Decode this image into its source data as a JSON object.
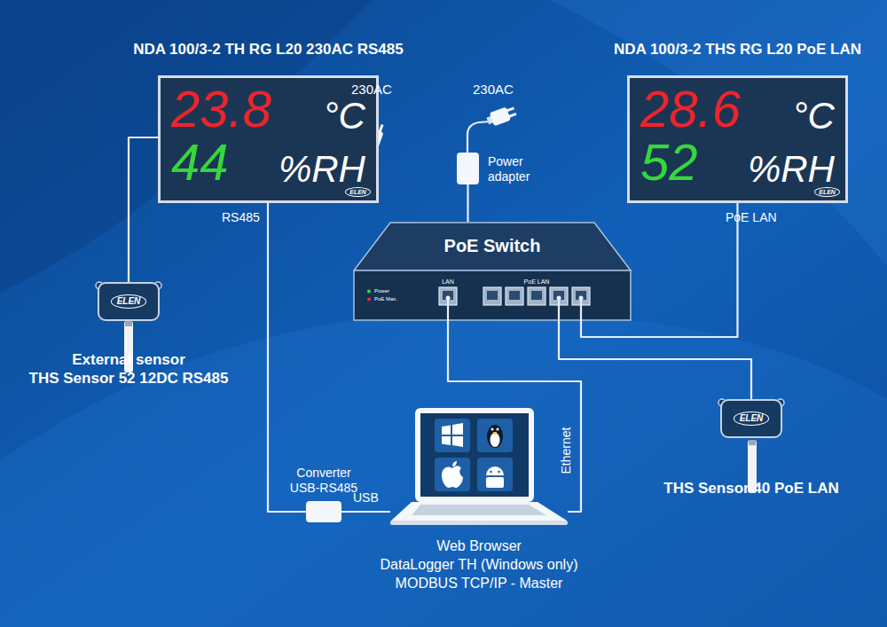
{
  "diagram": {
    "nodes": [
      {
        "text": [
          "NDA 100/3-2 TH RG L20 230AC RS485",
          "23.8",
          "°C",
          "44",
          "%RH",
          "ELEN"
        ]
      },
      {
        "text": [
          "NDA 100/3-2 THS RG L20 PoE LAN",
          "28.6",
          "°C",
          "52",
          "%RH",
          "ELEN"
        ]
      },
      {
        "text": [
          "ELEN",
          "External sensor",
          "THS Sensor 52 12DC RS485"
        ]
      },
      {
        "text": [
          "Power adapter"
        ]
      },
      {
        "text": [
          "PoE Switch",
          "Power",
          "PoE Max.",
          "LAN",
          "PoE LAN"
        ]
      },
      {
        "text": [
          "Converter USB-RS485"
        ]
      },
      {
        "text": [
          "Web Browser",
          "DataLogger TH (Windows only)",
          "MODBUS TCP/IP - Master"
        ]
      },
      {
        "text": [
          "ELEN",
          "THS Sensor 40 PoE LAN"
        ]
      }
    ],
    "edges": [
      {
        "from": 0,
        "to": 2,
        "arrow": "none"
      },
      {
        "from": 0,
        "to": 5,
        "label": "RS485",
        "arrow": "none"
      },
      {
        "from": 5,
        "to": 6,
        "label": "USB",
        "arrow": "none"
      },
      {
        "from": 3,
        "to": 4,
        "arrow": "none"
      },
      {
        "from": 4,
        "to": 6,
        "label": "Ethernet",
        "arrow": "none"
      },
      {
        "from": 4,
        "to": 1,
        "label": "PoE LAN",
        "arrow": "none"
      },
      {
        "from": 4,
        "to": 7,
        "arrow": "none"
      }
    ],
    "labels": [
      "230AC",
      "230AC"
    ]
  }
}
